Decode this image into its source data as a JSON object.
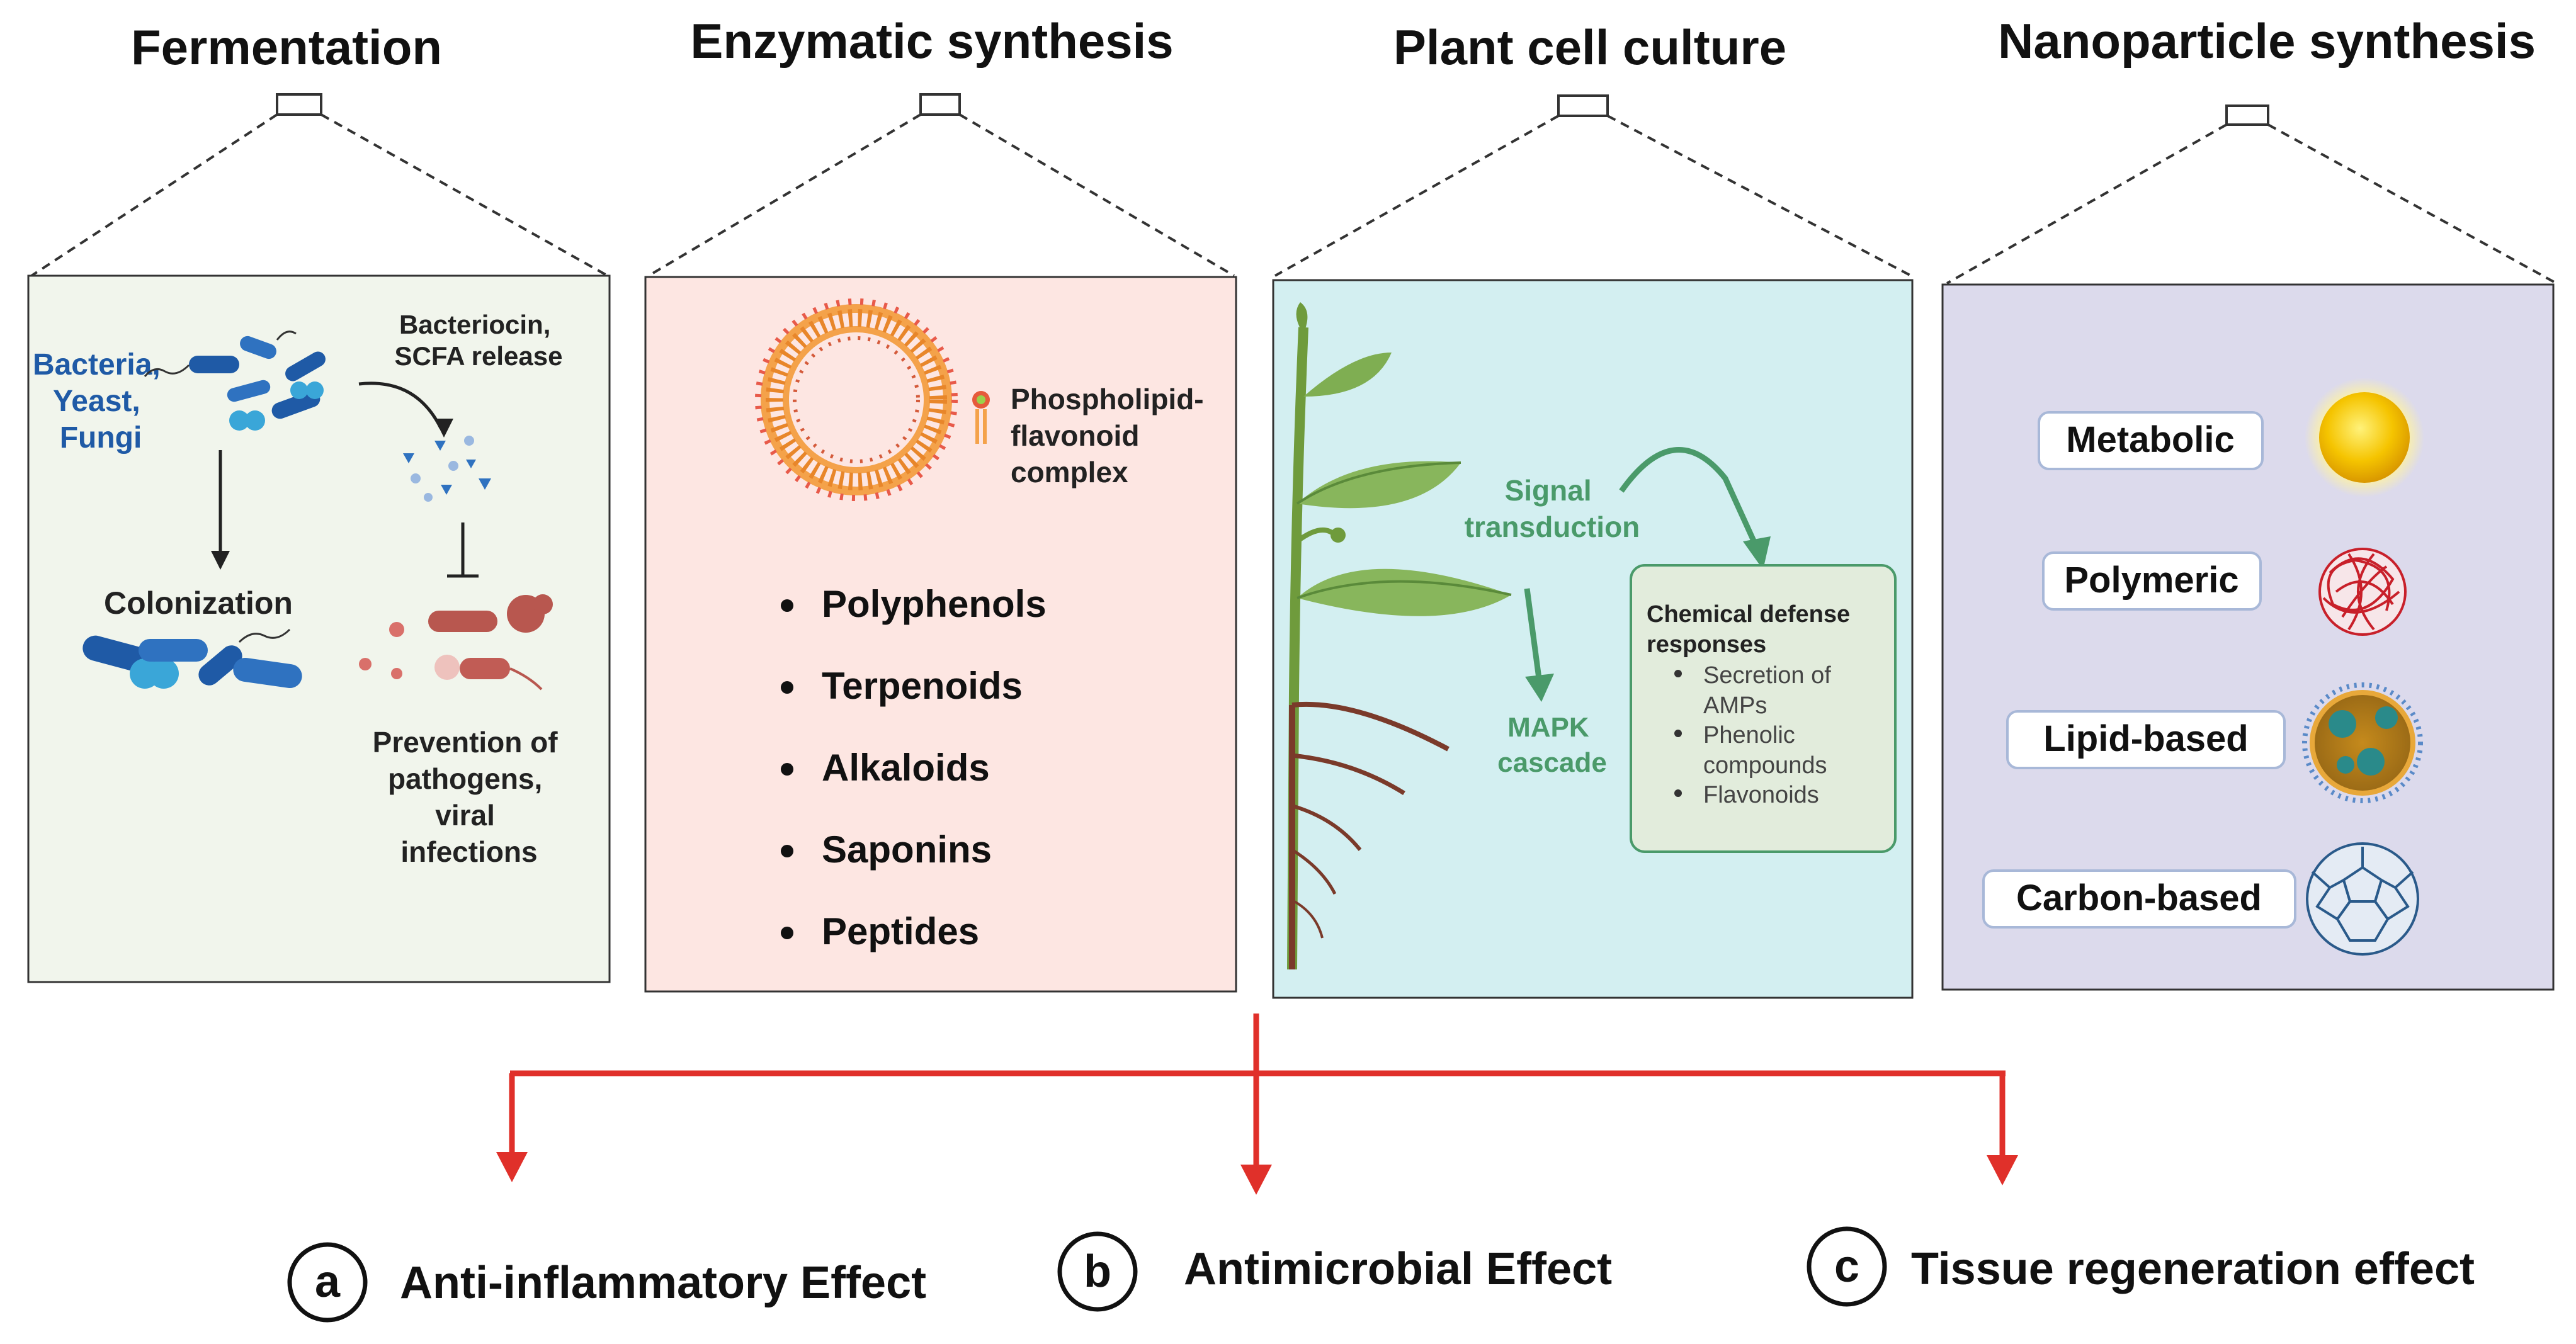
{
  "panels": [
    {
      "title": "Fermentation",
      "microbe_label_lines": [
        "Bacteria,",
        "Yeast,",
        "Fungi"
      ],
      "release_label_lines": [
        "Bacteriocin,",
        "SCFA release"
      ],
      "colonization_label": "Colonization",
      "prevention_label_lines": [
        "Prevention of",
        "pathogens,",
        "viral",
        "infections"
      ],
      "bg_color": "#f1f5ec"
    },
    {
      "title": "Enzymatic synthesis",
      "complex_label_lines": [
        "Phospholipid-",
        "flavonoid",
        "complex"
      ],
      "items": [
        "Polyphenols",
        "Terpenoids",
        "Alkaloids",
        "Saponins",
        "Peptides"
      ],
      "bg_color": "#fde6e2"
    },
    {
      "title": "Plant cell culture",
      "signal_label_lines": [
        "Signal",
        "transduction"
      ],
      "mapk_label_lines": [
        "MAPK",
        "cascade"
      ],
      "defense_title_lines": [
        "Chemical defense",
        "responses"
      ],
      "defense_items": [
        [
          "Secretion of",
          "AMPs"
        ],
        [
          "Phenolic",
          "compounds"
        ],
        [
          "Flavonoids"
        ]
      ],
      "bg_color": "#d3eff1"
    },
    {
      "title": "Nanoparticle synthesis",
      "types": [
        "Metabolic",
        "Polymeric",
        "Lipid-based",
        "Carbon-based"
      ],
      "bg_color": "#dcdaec"
    }
  ],
  "effects": [
    {
      "letter": "a",
      "label": "Anti-inflammatory Effect"
    },
    {
      "letter": "b",
      "label": "Antimicrobial Effect"
    },
    {
      "letter": "c",
      "label": "Tissue regeneration effect"
    }
  ],
  "colors": {
    "arrow_red": "#e0302a",
    "microbe_blue": "#1f5aa6",
    "plant_green": "#4a9a6a",
    "dark_text": "#1a1a1a"
  },
  "icons": [
    "liposome-icon",
    "bacteria-icon",
    "pathogen-icon",
    "plant-icon",
    "nanoparticle-gold-icon",
    "nanoparticle-polymer-icon",
    "nanoparticle-lipid-icon",
    "nanoparticle-carbon-icon"
  ]
}
